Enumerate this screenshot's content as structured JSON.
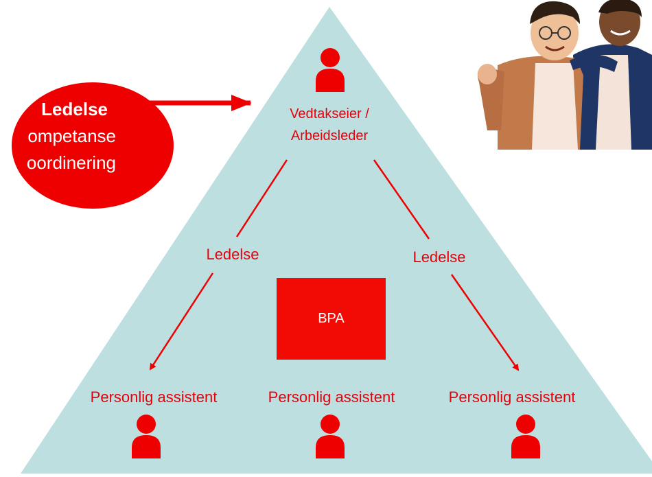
{
  "colors": {
    "triangle": "#bddfe0",
    "accent": "#ef0000",
    "text_on_accent": "#ffffff"
  },
  "blob": {
    "title": "Ledelse",
    "line1": "ompetanse",
    "line2": "oordinering"
  },
  "top_role": {
    "line1": "Vedtakseier /",
    "line2": "Arbeidsleder"
  },
  "edges": {
    "left_label": "Ledelse",
    "right_label": "Ledelse"
  },
  "center_box": {
    "label": "BPA"
  },
  "assistants": [
    {
      "label": "Personlig assistent"
    },
    {
      "label": "Personlig assistent"
    },
    {
      "label": "Personlig assistent"
    }
  ],
  "icons": {
    "person": "person-icon",
    "photo": "two-friends-illustration"
  }
}
